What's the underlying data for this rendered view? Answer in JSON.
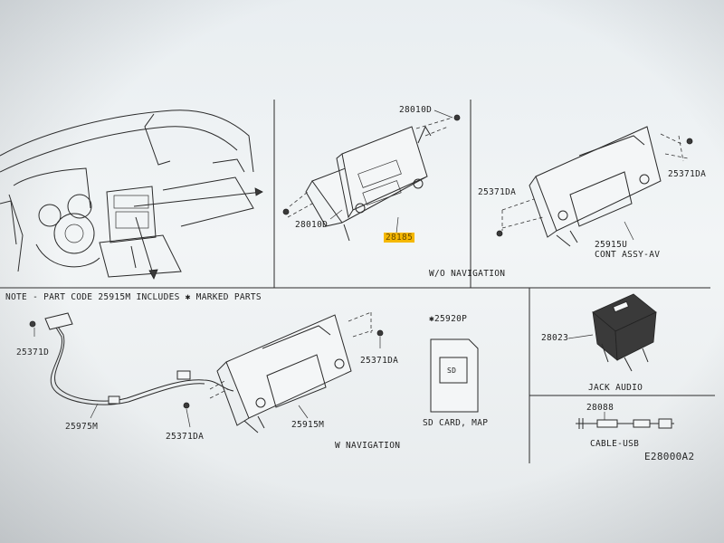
{
  "labels": {
    "p28010d_top": "28010D",
    "p28010d_left": "28010D",
    "p28185": "28185",
    "p25371da_tl": "25371DA",
    "p25371da_tr": "25371DA",
    "p25915u": "25915U",
    "cont_assy": "CONT ASSY-AV",
    "wo_nav": "W/O NAVIGATION",
    "note": "NOTE - PART CODE 25915M INCLUDES ✱ MARKED PARTS",
    "p25371d": "25371D",
    "p25975m": "25975M",
    "p25371da_bl": "25371DA",
    "p25915m": "25915M",
    "p25371da_br": "25371DA",
    "w_nav": "W NAVIGATION",
    "p25920p": "✱25920P",
    "sd_chip": "SD",
    "sd_caption": "SD CARD, MAP",
    "p28023": "28023",
    "jack_audio": "JACK AUDIO",
    "p28088": "28088",
    "cable_usb": "CABLE-USB",
    "diagram_code": "E28000A2"
  },
  "colors": {
    "highlight": "#f5b800",
    "line": "#2a2a2a",
    "paper": "#eef2f4"
  }
}
